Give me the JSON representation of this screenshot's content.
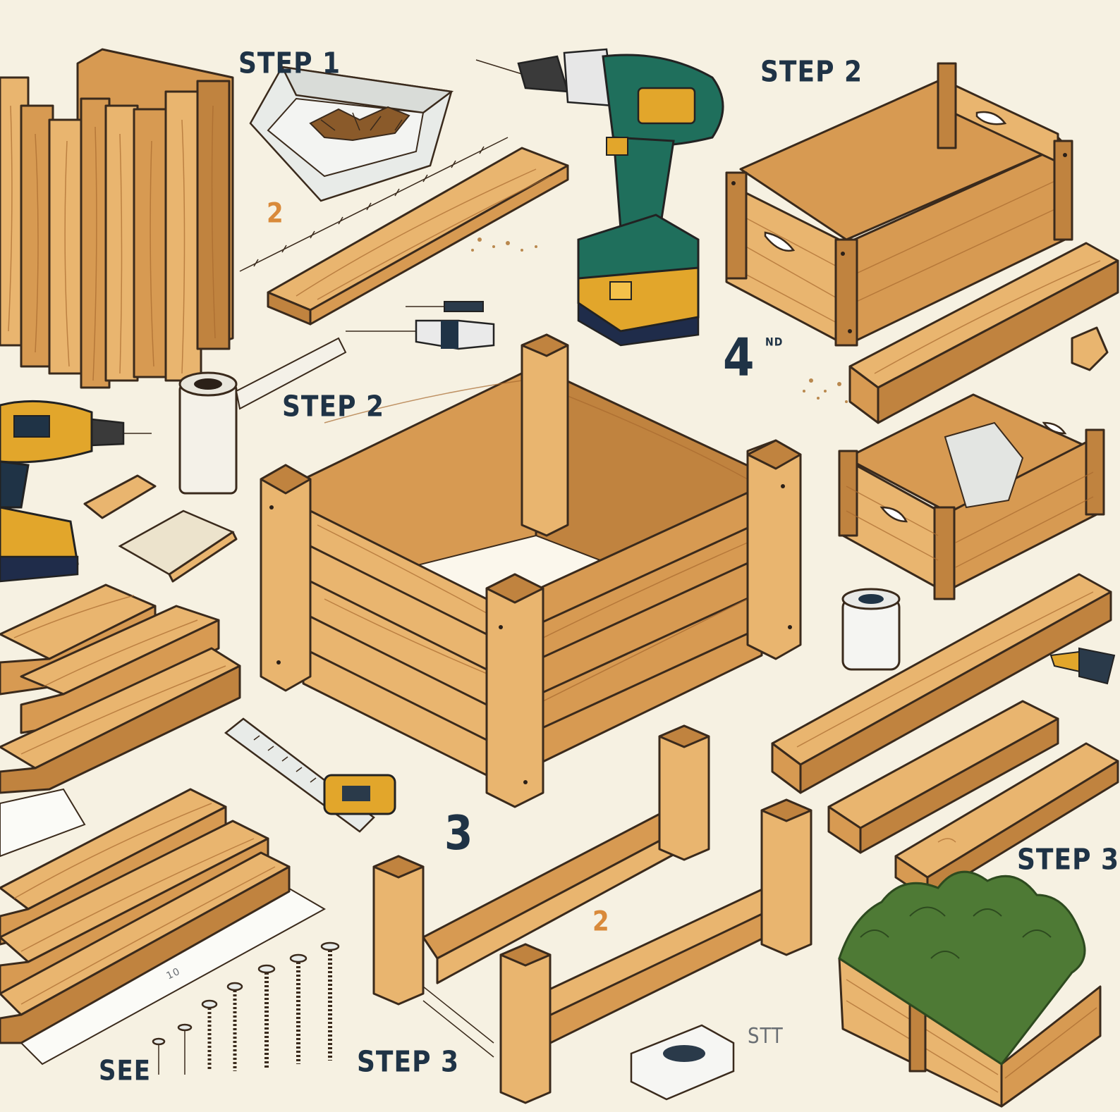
{
  "labels": {
    "step1_top": "STEP 1",
    "step2_top": "STEP 2",
    "step2_mid": "STEP 2",
    "step3_right": "STEP 3",
    "step3_bottom": "STEP 3",
    "num4": "4",
    "num4_suffix": "ND",
    "num3": "3",
    "num2_left": "2",
    "num2_bottom": "2",
    "see": "SEE",
    "stt": "STT",
    "ruler_mark": "10"
  },
  "colors": {
    "background": "#f6f1e2",
    "wood_light": "#e9b56f",
    "wood_mid": "#d79a52",
    "wood_dark": "#b8773a",
    "outline": "#3a2a1c",
    "drill_green": "#1f6f5c",
    "drill_yellow": "#e2a62b",
    "plants": "#4e7a35",
    "text": "#1f3346"
  },
  "icons": {
    "drill_top": "cordless-drill-icon",
    "drill_left": "cordless-drill-icon",
    "screws": "screw-icon",
    "ruler": "ruler-icon",
    "tape_measure": "tape-measure-icon",
    "glue_jar": "glue-jar-icon",
    "screw_tray": "screw-tray-icon",
    "screwdriver": "screwdriver-icon"
  }
}
